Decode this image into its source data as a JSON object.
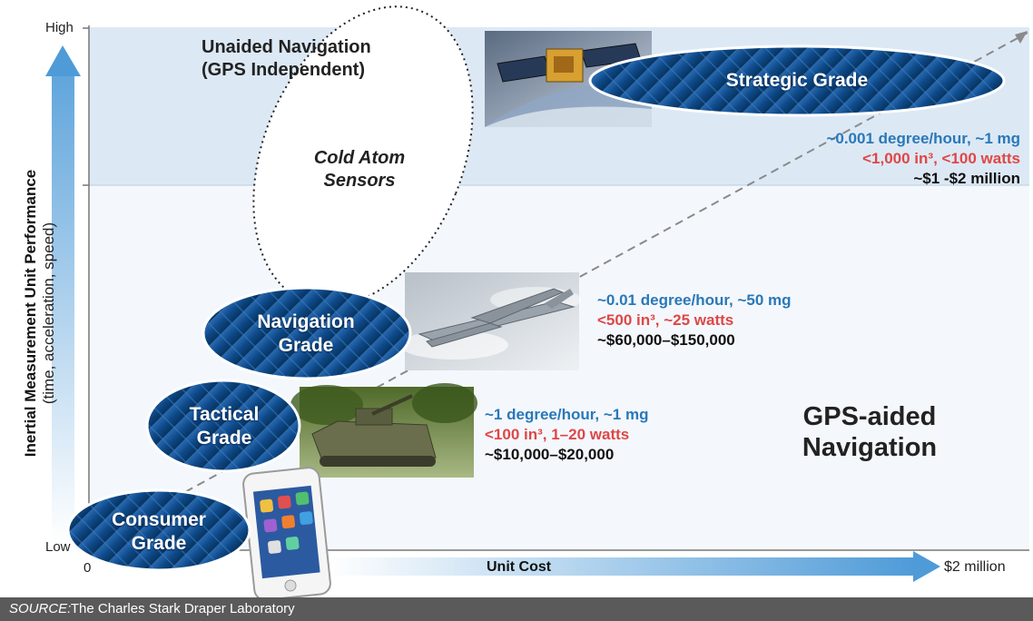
{
  "axes": {
    "y_title": "Inertial Measurement Unit Performance",
    "y_subtitle": "(time, acceleration, speed)",
    "y_high": "High",
    "y_low": "Low",
    "x_title": "Unit Cost",
    "x_start": "0",
    "x_end": "$2 million"
  },
  "regions": {
    "unaided": "Unaided Navigation (GPS Independent)",
    "unaided_l1": "Unaided Navigation",
    "unaided_l2": "(GPS Independent)",
    "gps_aided_l1": "GPS-aided",
    "gps_aided_l2": "Navigation"
  },
  "cold_atom": {
    "l1": "Cold Atom",
    "l2": "Sensors"
  },
  "grades": {
    "strategic": {
      "label": "Strategic Grade",
      "perf": "~0.001 degree/hour, ~1 mg",
      "size": "<1,000 in³, <100 watts",
      "cost": "~$1 -$2 million"
    },
    "navigation": {
      "l1": "Navigation",
      "l2": "Grade",
      "perf": "~0.01 degree/hour, ~50 mg",
      "size": "<500 in³, ~25 watts",
      "cost": "~$60,000–$150,000"
    },
    "tactical": {
      "l1": "Tactical",
      "l2": "Grade",
      "perf": "~1 degree/hour, ~1 mg",
      "size": "<100 in³, 1–20 watts",
      "cost": "~$10,000–$20,000"
    },
    "consumer": {
      "l1": "Consumer",
      "l2": "Grade"
    }
  },
  "footer": {
    "label": "SOURCE:",
    "text": " The Charles Stark Draper Laboratory"
  },
  "colors": {
    "ellipse": "#0e4a8a",
    "band": "#dce9f5",
    "blue_text": "#2a78b8",
    "red_text": "#e04646",
    "arrow": "#5aa0d8",
    "footer_bg": "#5a5a5a"
  }
}
